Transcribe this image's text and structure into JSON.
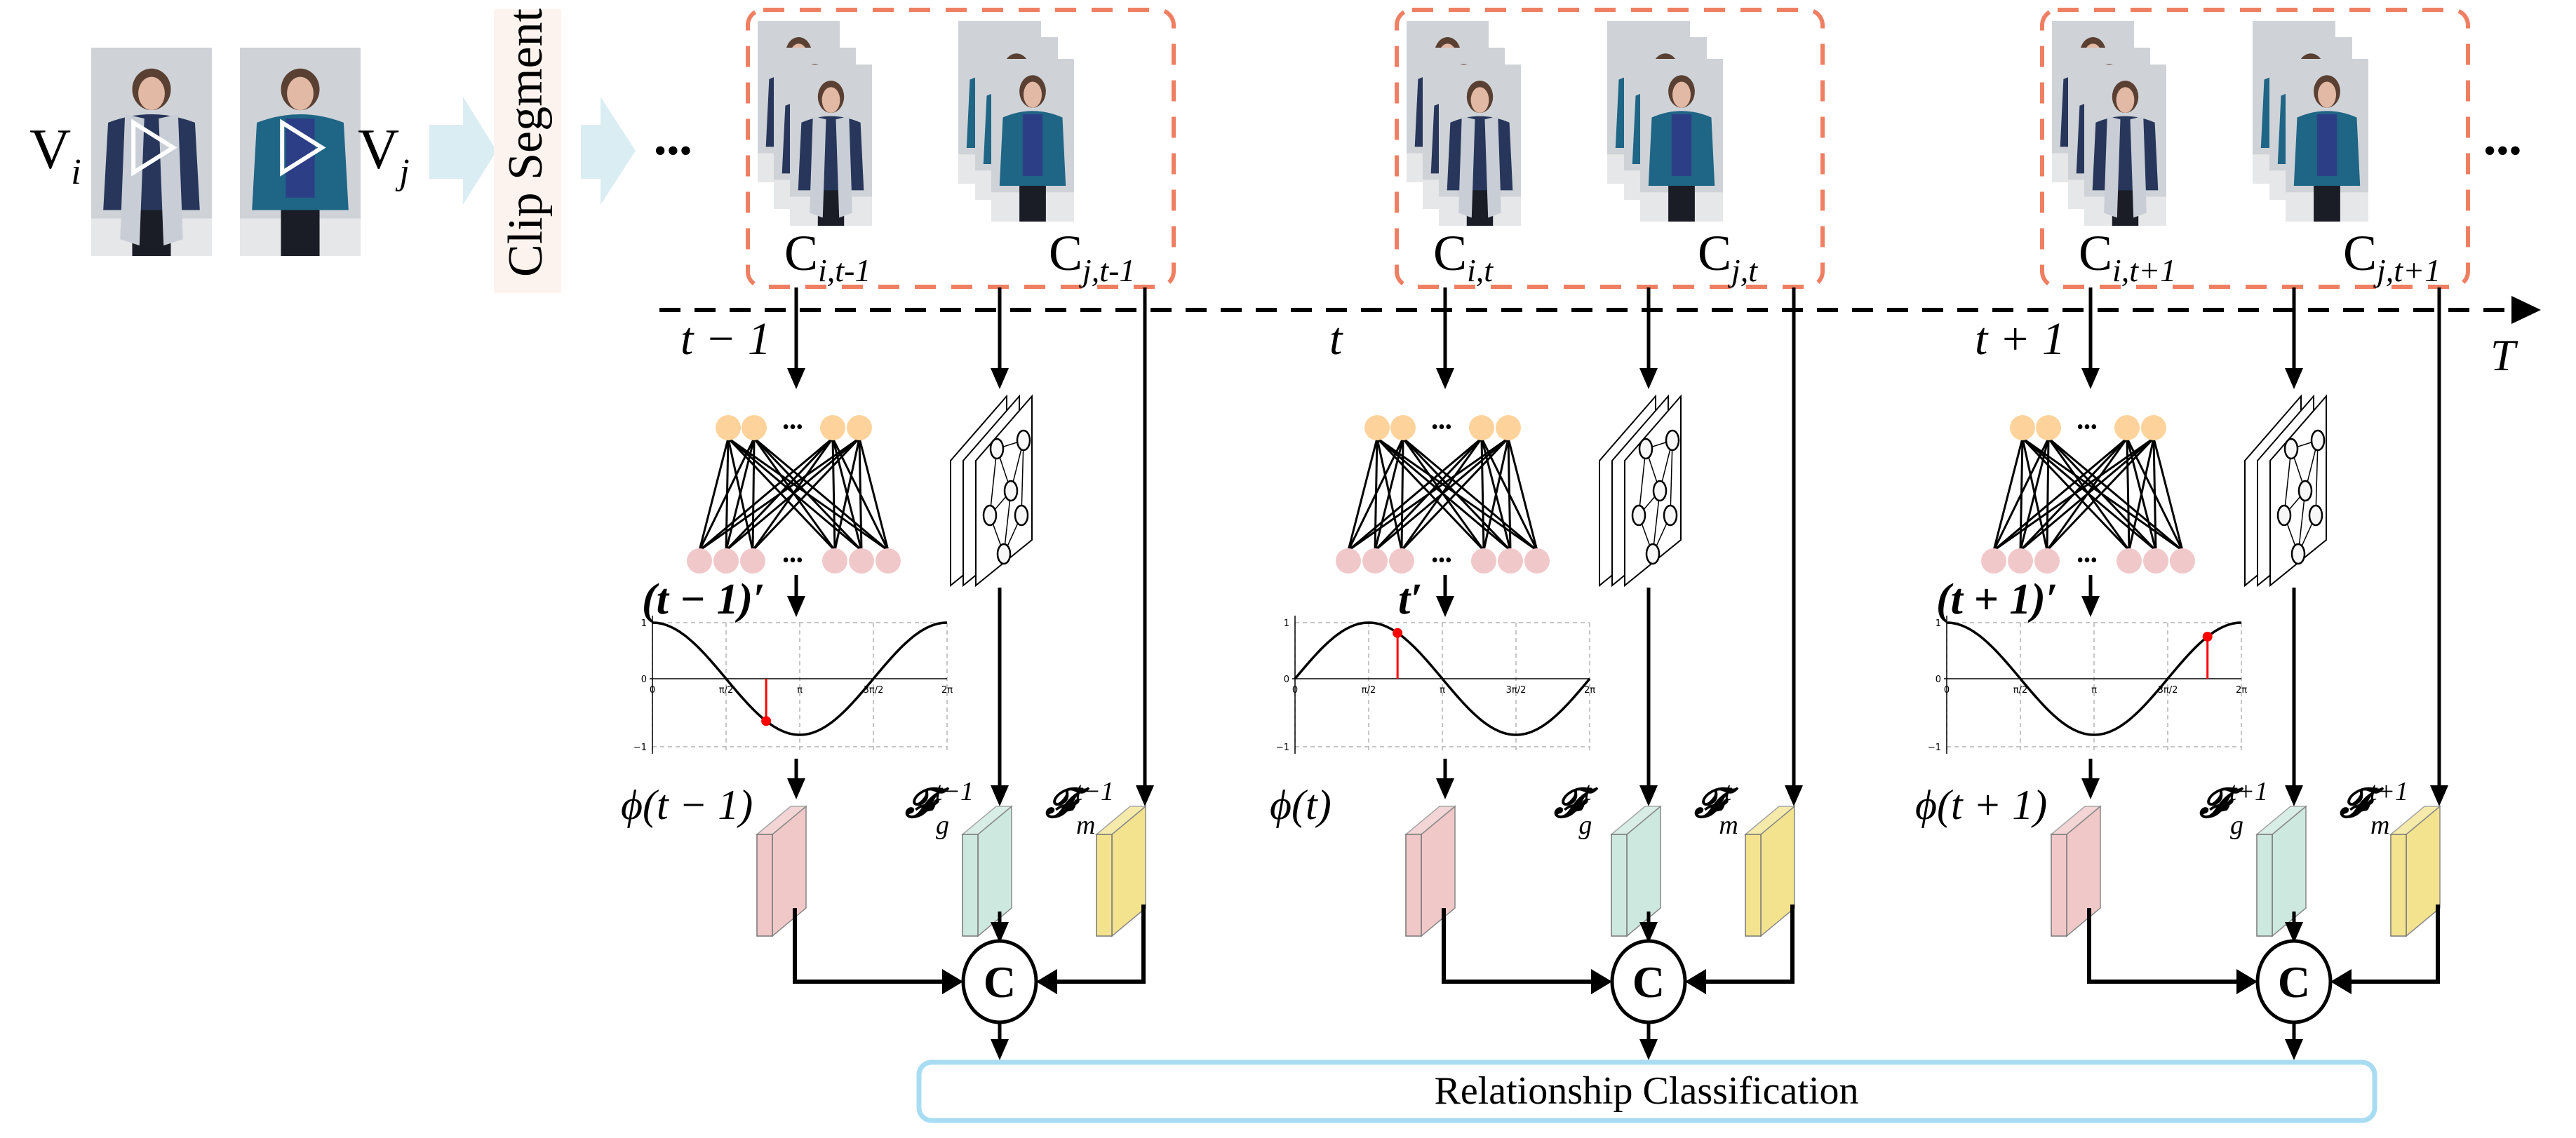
{
  "figure": {
    "inputs": [
      {
        "label": "V",
        "sub": "i",
        "person": "woman with scarf"
      },
      {
        "label": "V",
        "sub": "j",
        "person": "woman in teal jacket"
      }
    ],
    "clip_segment_label": "Clip Segment",
    "ellipsis": "•••",
    "timeline_label": "T",
    "relationship_label": "Relationship Classification",
    "concat_symbol": "C",
    "colors": {
      "dashed_box": "#ef7f62",
      "flow_arrow": "#daedf3",
      "clip_band": "#fdf3ee",
      "input_node": "#fdd39b",
      "output_node": "#f1c8c9",
      "phase_block": "#f0c8c8",
      "graph_block": "#cde8df",
      "motion_block": "#f3e38f",
      "relationship_border": "#a8dcf3",
      "marker": "#ff0000"
    },
    "steps": [
      {
        "time_label": "t − 1",
        "clip_i": {
          "base": "C",
          "sub": "i,t-1"
        },
        "clip_j": {
          "base": "C",
          "sub": "j,t-1"
        },
        "net_out_label": "(t − 1)′",
        "phase_label": "ϕ(t − 1)",
        "graph_feat": {
          "base": "𝓕",
          "sup": "t−1",
          "sub": "g"
        },
        "motion_feat": {
          "base": "𝓕",
          "sup": "t−1",
          "sub": "m"
        },
        "wave": "cos",
        "marker_x_frac": 0.386
      },
      {
        "time_label": "t",
        "clip_i": {
          "base": "C",
          "sub": "i,t"
        },
        "clip_j": {
          "base": "C",
          "sub": "j,t"
        },
        "net_out_label": "t′",
        "phase_label": "ϕ(t)",
        "graph_feat": {
          "base": "𝓕",
          "sup": "t",
          "sub": "g"
        },
        "motion_feat": {
          "base": "𝓕",
          "sup": "t",
          "sub": "m"
        },
        "wave": "sin",
        "marker_x_frac": 0.348
      },
      {
        "time_label": "t + 1",
        "clip_i": {
          "base": "C",
          "sub": "i,t+1"
        },
        "clip_j": {
          "base": "C",
          "sub": "j,t+1"
        },
        "net_out_label": "(t + 1)′",
        "phase_label": "ϕ(t + 1)",
        "graph_feat": {
          "base": "𝓕",
          "sup": "t+1",
          "sub": "g"
        },
        "motion_feat": {
          "base": "𝓕",
          "sup": "t+1",
          "sub": "m"
        },
        "wave": "cos",
        "marker_x_frac": 0.885
      }
    ],
    "plot": {
      "x_ticks": [
        "0",
        "π/2",
        "π",
        "3π/2",
        "2π"
      ],
      "y_ticks": [
        "1",
        "0",
        "−1"
      ],
      "grid": "dashed"
    },
    "network": {
      "top_nodes": 4,
      "bottom_nodes": 6,
      "dots": "•••"
    }
  }
}
